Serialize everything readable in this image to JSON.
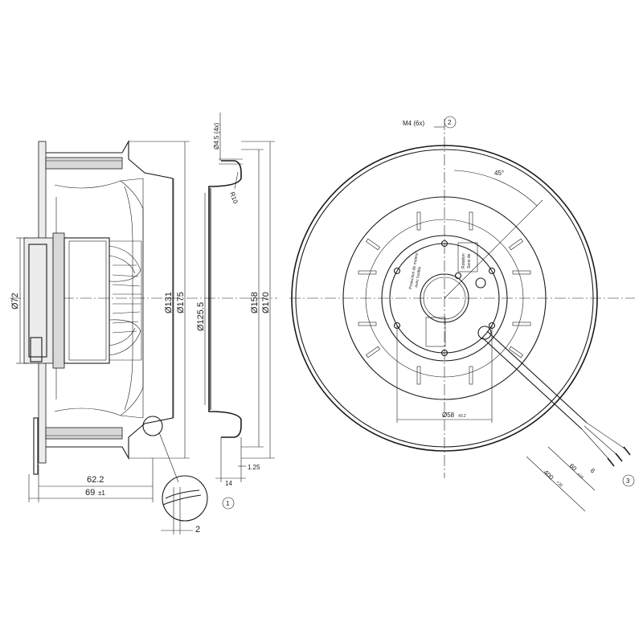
{
  "side_view": {
    "dim_diameter_72": "Ø72",
    "dim_diameter_131": "Ø131",
    "dim_diameter_175": "Ø175",
    "dim_diameter_125_5": "Ø125.5",
    "dim_diameter_158": "Ø158",
    "dim_diameter_170": "Ø170",
    "dim_length_62_2": "62.2",
    "dim_length_69": "69",
    "dim_length_69_tol": "±1",
    "dim_thickness_1_25": "1.25",
    "dim_length_14": "14",
    "dim_gap_2": "2",
    "dim_hole_4_5": "Ø4.5 (4x)",
    "dim_radius_10": "R10",
    "callout_1": "1"
  },
  "front_view": {
    "thread_label": "M4 (6x)",
    "callout_2": "2",
    "callout_3": "3",
    "angle_45": "45°",
    "dim_diameter_58": "Ø58",
    "dim_diameter_58_tol": "±0.2",
    "dim_cable_400": "400",
    "dim_cable_400_tol": "+20",
    "dim_cable_60": "60",
    "dim_cable_60_tol": "±10",
    "dim_cable_6": "6",
    "label_left_1": "Protection de moteur",
    "label_left_2": "avec fusible",
    "label_right_1": "Rotation",
    "label_right_2": "Sens de"
  }
}
